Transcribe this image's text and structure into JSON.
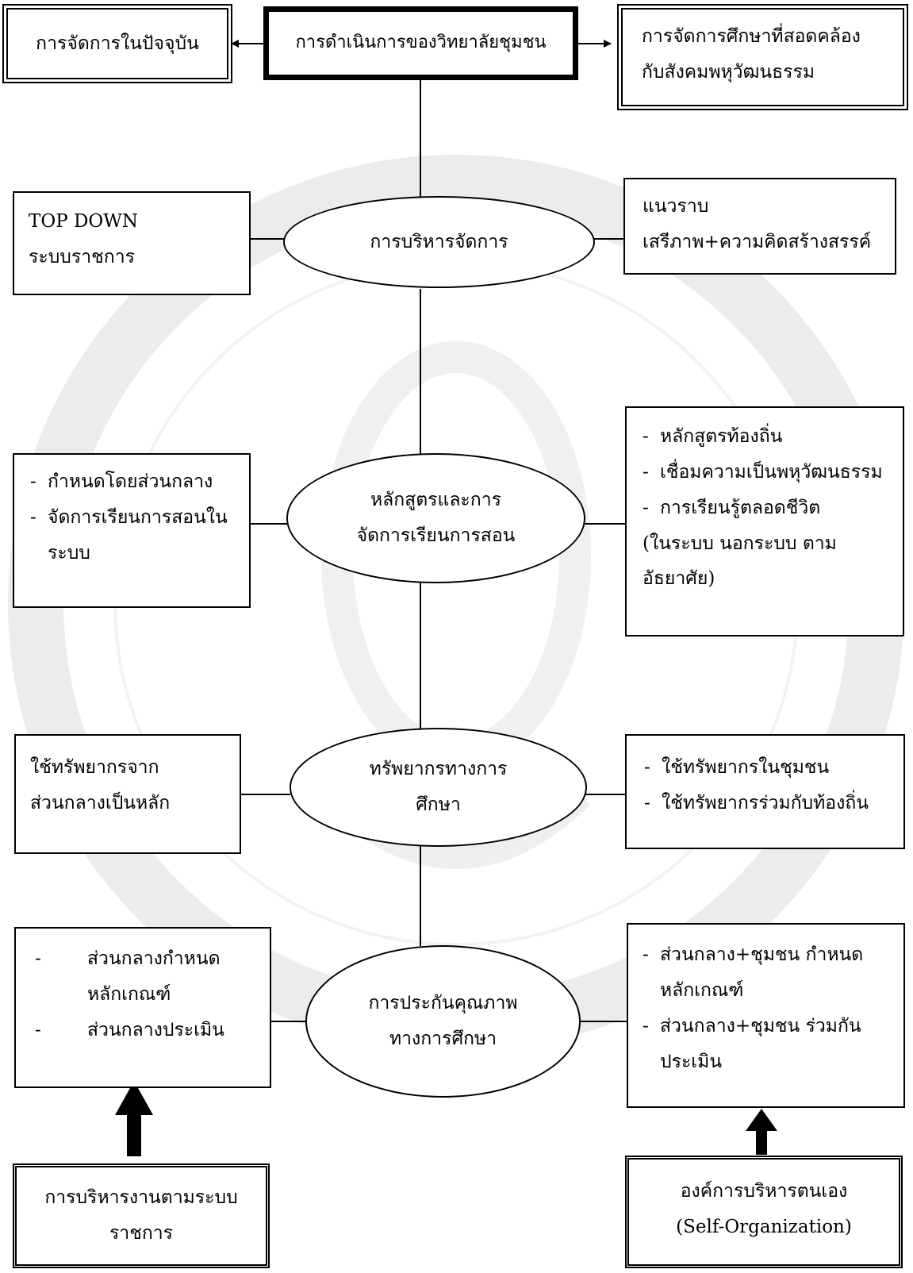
{
  "title": "การดำเนินการของวิทยาลัยชุมชน",
  "left_header": "การจัดการในปัจจุบัน",
  "right_header": [
    "การจัดการศึกษาที่สอดคล้อง",
    "กับสังคมพหุวัฒนธรรม"
  ],
  "nodes": [
    {
      "label": [
        "การบริหารจัดการ"
      ]
    },
    {
      "label": [
        "หลักสูตรและการ",
        "จัดการเรียนการสอน"
      ]
    },
    {
      "label": [
        "ทรัพยากรทางการ",
        "ศึกษา"
      ]
    },
    {
      "label": [
        "การประกันคุณภาพ",
        "ทางการศึกษา"
      ]
    }
  ],
  "left": {
    "management": [
      "TOP DOWN",
      "ระบบราชการ"
    ],
    "curriculum": [
      "กำหนดโดยส่วนกลาง",
      "จัดการเรียนการสอนใน",
      "ระบบ"
    ],
    "resources": [
      "ใช้ทรัพยากรจาก",
      "ส่วนกลางเป็นหลัก"
    ],
    "quality": [
      "ส่วนกลางกำหนด",
      "หลักเกณฑ์",
      "ส่วนกลางประเมิน"
    ]
  },
  "right": {
    "management": [
      "แนวราบ",
      "เสรีภาพ+ความคิดสร้างสรรค์"
    ],
    "curriculum": [
      "หลักสูตรท้องถิ่น",
      "เชื่อมความเป็นพหุวัฒนธรรม",
      "การเรียนรู้ตลอดชีวิต",
      "(ในระบบ นอกระบบ ตาม",
      "อัธยาศัย)"
    ],
    "resources": [
      "ใช้ทรัพยากรในชุมชน",
      "ใช้ทรัพยากรร่วมกับท้องถิ่น"
    ],
    "quality": [
      "ส่วนกลาง+ชุมชน กำหนด",
      "หลักเกณฑ์",
      "ส่วนกลาง+ชุมชน ร่วมกัน",
      "ประเมิน"
    ]
  },
  "bottom_left": [
    "การบริหารงานตามระบบ",
    "ราชการ"
  ],
  "bottom_right": [
    "องค์การบริหารตนเอง",
    "(Self-Organization)"
  ]
}
